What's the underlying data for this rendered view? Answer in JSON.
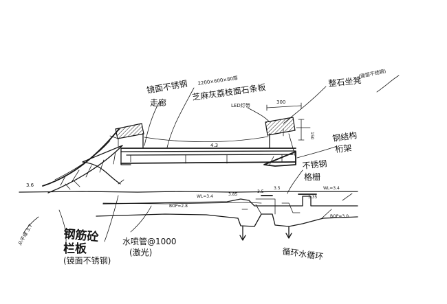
{
  "annotations": {
    "top_deck_spec": "2200×600×80厚",
    "top_deck_material": "芝麻灰荔枝面石条板",
    "mirror_steel_top": "镜面不锈钢",
    "mirror_steel_bottom": "走廊",
    "led_strip": "LED灯带",
    "dim_300": "300",
    "dim_height": "150",
    "stone_wall": "整石坐凳",
    "stone_wall_note": "(面层不锈钢)",
    "steel_structure_top": "钢结构",
    "steel_structure_bottom": "桁架",
    "elev_deck": "4.3",
    "elev_left": "3.6",
    "stainless_top": "不锈钢",
    "stainless_bottom": "格栅",
    "elev_3_5": "3.5",
    "elev_3_85": "3.85",
    "elev_3_5b": "3.5",
    "wl_left": "WL=3.4",
    "wl_right": "WL=3.4",
    "elev_right": "3.35",
    "bop_left": "BOP=2.8",
    "bop_right": "BOP=3.0",
    "water_pipe": "水喷管@1000",
    "water_pipe_note": "(激光)",
    "rec_pipe": "循环水循环",
    "left_margin": "从平缘 3.7",
    "left_title_1": "钢筋砼",
    "left_title_2": "栏板",
    "left_title_3": "(镜面不锈钢)"
  },
  "colors": {
    "ink": "#161616",
    "paper": "#ffffff"
  }
}
